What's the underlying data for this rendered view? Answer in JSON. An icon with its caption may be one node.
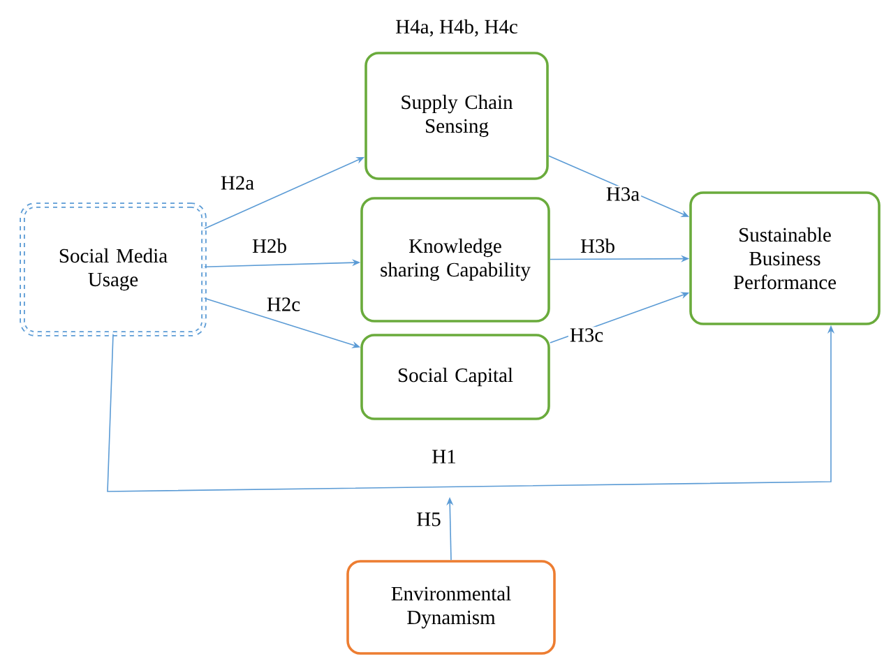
{
  "diagram": {
    "nodes": [
      {
        "text": [
          "Social Media Usage"
        ]
      },
      {
        "text": [
          "Supply Chain Sensing"
        ]
      },
      {
        "text": [
          "Knowledge sharing Capability"
        ]
      },
      {
        "text": [
          "Social Capital"
        ]
      },
      {
        "text": [
          "Sustainable Business Performance"
        ]
      },
      {
        "text": [
          "Environmental Dynamism"
        ]
      }
    ],
    "edges": [
      {
        "from": 0,
        "to": 1,
        "arrow": "to",
        "label": "H2a"
      },
      {
        "from": 0,
        "to": 2,
        "arrow": "to",
        "label": "H2b"
      },
      {
        "from": 0,
        "to": 3,
        "arrow": "to",
        "label": "H2c"
      },
      {
        "from": 1,
        "to": 4,
        "arrow": "to",
        "label": "H3a"
      },
      {
        "from": 2,
        "to": 4,
        "arrow": "to",
        "label": "H3b"
      },
      {
        "from": 3,
        "to": 4,
        "arrow": "to",
        "label": "H3c"
      },
      {
        "from": 0,
        "to": 4,
        "arrow": "to",
        "label": "H1"
      },
      {
        "from": 5,
        "to": null,
        "arrow": "to",
        "label": "H5"
      }
    ],
    "labels": [
      "H4a, H4b, H4c"
    ]
  }
}
